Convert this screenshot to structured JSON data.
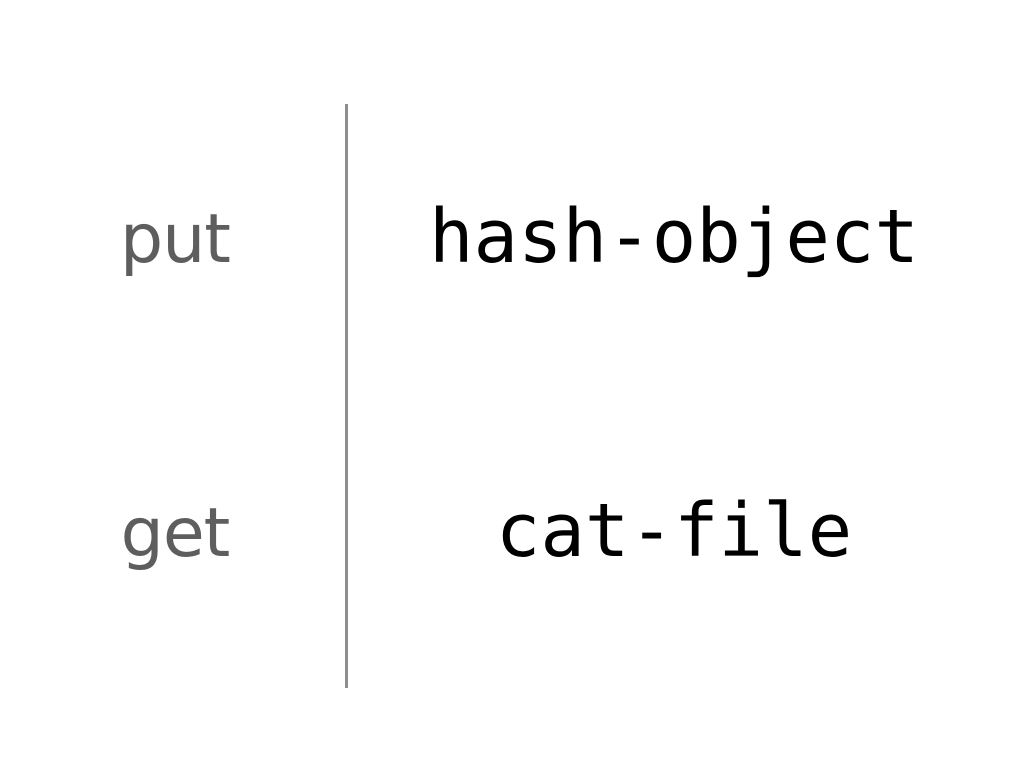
{
  "rows": [
    {
      "operation": "put",
      "command": "hash-object"
    },
    {
      "operation": "get",
      "command": "cat-file"
    }
  ],
  "colors": {
    "background": "#ffffff",
    "operation_text": "#5e5e5e",
    "command_text": "#000000",
    "divider": "#8e8e8e"
  }
}
